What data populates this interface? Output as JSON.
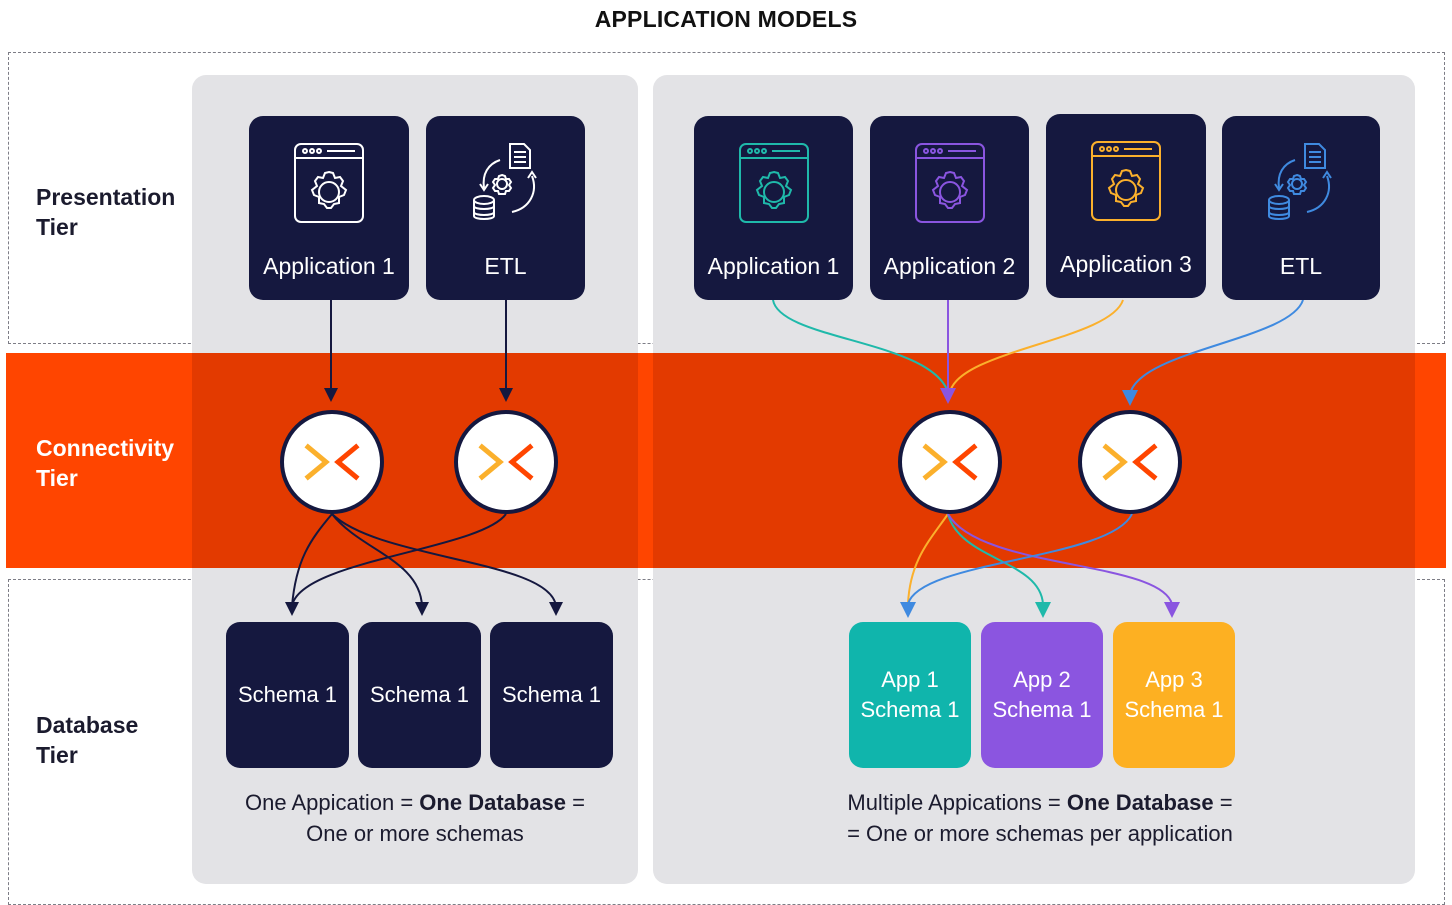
{
  "title": "APPLICATION MODELS",
  "tiers": {
    "presentation": [
      "Presentation",
      "Tier"
    ],
    "connectivity": [
      "Connectivity",
      "Tier"
    ],
    "database": [
      "Database",
      "Tier"
    ]
  },
  "left_model": {
    "apps": [
      {
        "label": "Application 1",
        "icon": "app-window-gear-icon"
      },
      {
        "label": "ETL",
        "icon": "etl-cycle-icon"
      }
    ],
    "schemas": [
      "Schema 1",
      "Schema 1",
      "Schema 1"
    ],
    "caption": {
      "line1_pre": "One Appication = ",
      "line1_bold": "One Database",
      "line1_post": " =",
      "line2": "One or more schemas"
    }
  },
  "right_model": {
    "apps": [
      {
        "label": "Application 1",
        "icon": "app-window-gear-icon",
        "color": "#1fb9aa"
      },
      {
        "label": "Application 2",
        "icon": "app-window-gear-icon",
        "color": "#8a55e0"
      },
      {
        "label": "Application 3",
        "icon": "app-window-gear-icon",
        "color": "#fbb02c"
      },
      {
        "label": "ETL",
        "icon": "etl-cycle-icon",
        "color": "#3f8ae0"
      }
    ],
    "schemas": [
      {
        "line1": "App 1",
        "line2": "Schema 1",
        "color": "#10b5ac"
      },
      {
        "line1": "App 2",
        "line2": "Schema 1",
        "color": "#8b55e0"
      },
      {
        "line1": "App 3",
        "line2": "Schema 1",
        "color": "#fdb022"
      }
    ],
    "caption": {
      "line1_pre": "Multiple Appications = ",
      "line1_bold": "One Database",
      "line1_post": " =",
      "line2": "= One or more schemas per application"
    }
  },
  "colors": {
    "navy": "#15183f",
    "orange_band": "#ff4500",
    "orange_band_dark": "#e33a00",
    "panel_gray": "#e3e3e6",
    "teal": "#1fb9aa",
    "purple": "#8a55e0",
    "yellow": "#fbb02c",
    "blue": "#3f8ae0"
  }
}
